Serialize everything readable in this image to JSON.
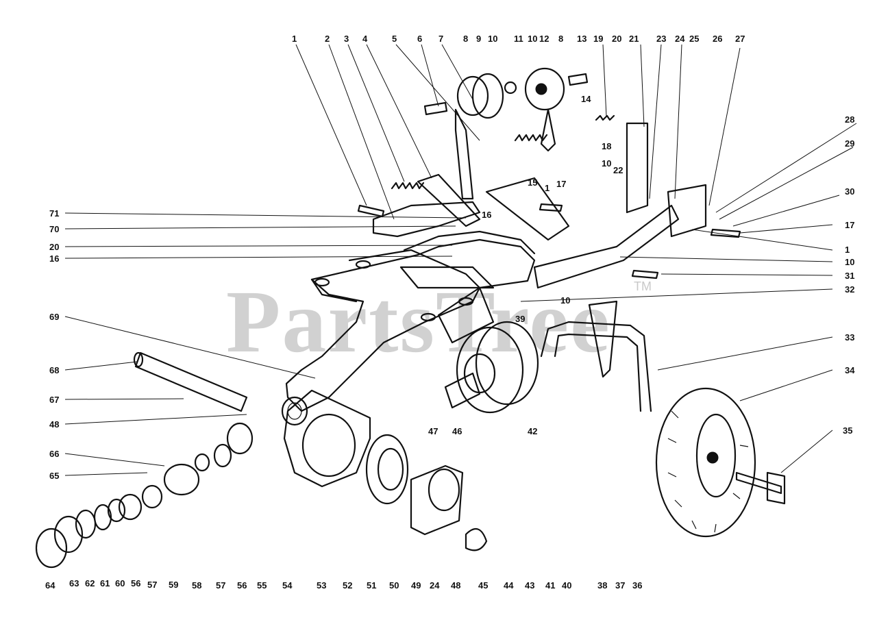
{
  "watermark": {
    "text": "PartsTree",
    "trademark": "TM"
  },
  "callouts": {
    "top": [
      "1",
      "2",
      "3",
      "4",
      "5",
      "6",
      "7",
      "8",
      "9",
      "10",
      "11",
      "10",
      "12",
      "8",
      "13",
      "19",
      "20",
      "21",
      "23",
      "24",
      "25",
      "26",
      "27"
    ],
    "right": [
      "28",
      "29",
      "30",
      "17",
      "1",
      "10",
      "31",
      "32",
      "33",
      "34",
      "35"
    ],
    "left": [
      "71",
      "70",
      "20",
      "16",
      "69",
      "68",
      "67",
      "48",
      "66",
      "65"
    ],
    "bottom": [
      "64",
      "63",
      "62",
      "61",
      "60",
      "56",
      "57",
      "59",
      "58",
      "57",
      "56",
      "55",
      "54",
      "53",
      "52",
      "51",
      "50",
      "49",
      "24",
      "48",
      "45",
      "44",
      "43",
      "41",
      "40",
      "38",
      "37",
      "36"
    ],
    "inner": [
      "14",
      "18",
      "10",
      "22",
      "15",
      "1",
      "17",
      "16",
      "10",
      "39",
      "42",
      "47",
      "46"
    ]
  }
}
